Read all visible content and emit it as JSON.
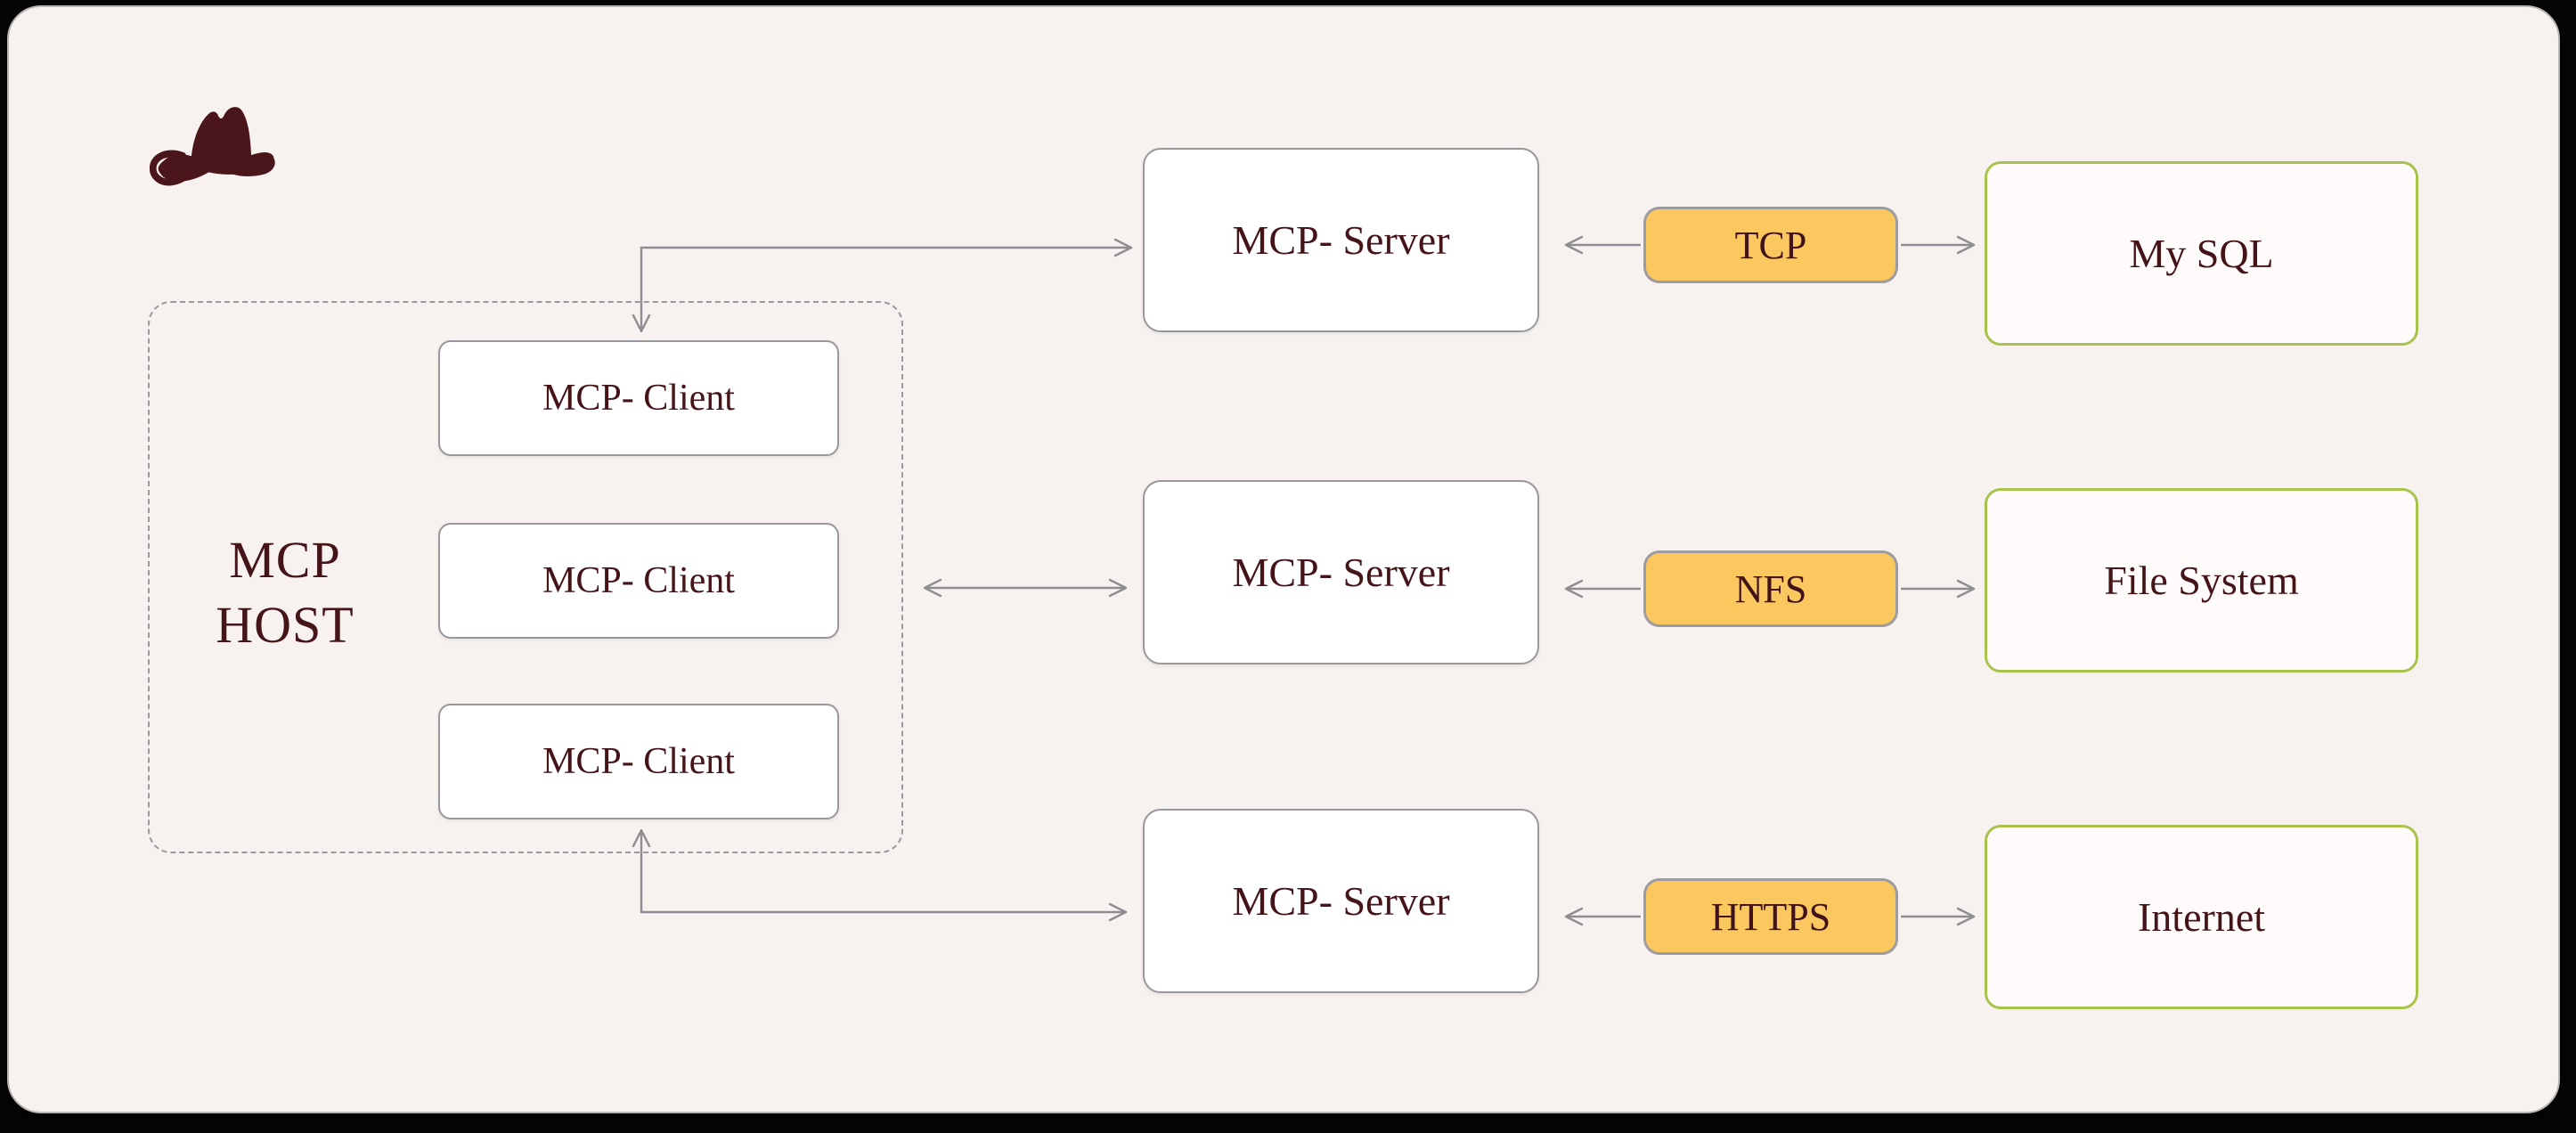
{
  "diagram": {
    "logo": "cowboy-hat",
    "host": {
      "title": "MCP HOST",
      "title_line1": "MCP",
      "title_line2": "HOST",
      "clients": [
        "MCP- Client",
        "MCP- Client",
        "MCP- Client"
      ]
    },
    "rows": [
      {
        "server": "MCP- Server",
        "protocol": "TCP",
        "resource": "My SQL"
      },
      {
        "server": "MCP- Server",
        "protocol": "NFS",
        "resource": "File System"
      },
      {
        "server": "MCP- Server",
        "protocol": "HTTPS",
        "resource": "Internet"
      }
    ],
    "colors": {
      "canvas": "#f7f2ef",
      "outer_background": "#050505",
      "text_maroon": "#451419",
      "logo_maroon": "#4a161c",
      "protocol_badge_fill": "#fbc75f",
      "resource_border_green": "#a8c24c",
      "node_border_gray": "#98979c",
      "connector_gray": "#8e8d92"
    }
  }
}
